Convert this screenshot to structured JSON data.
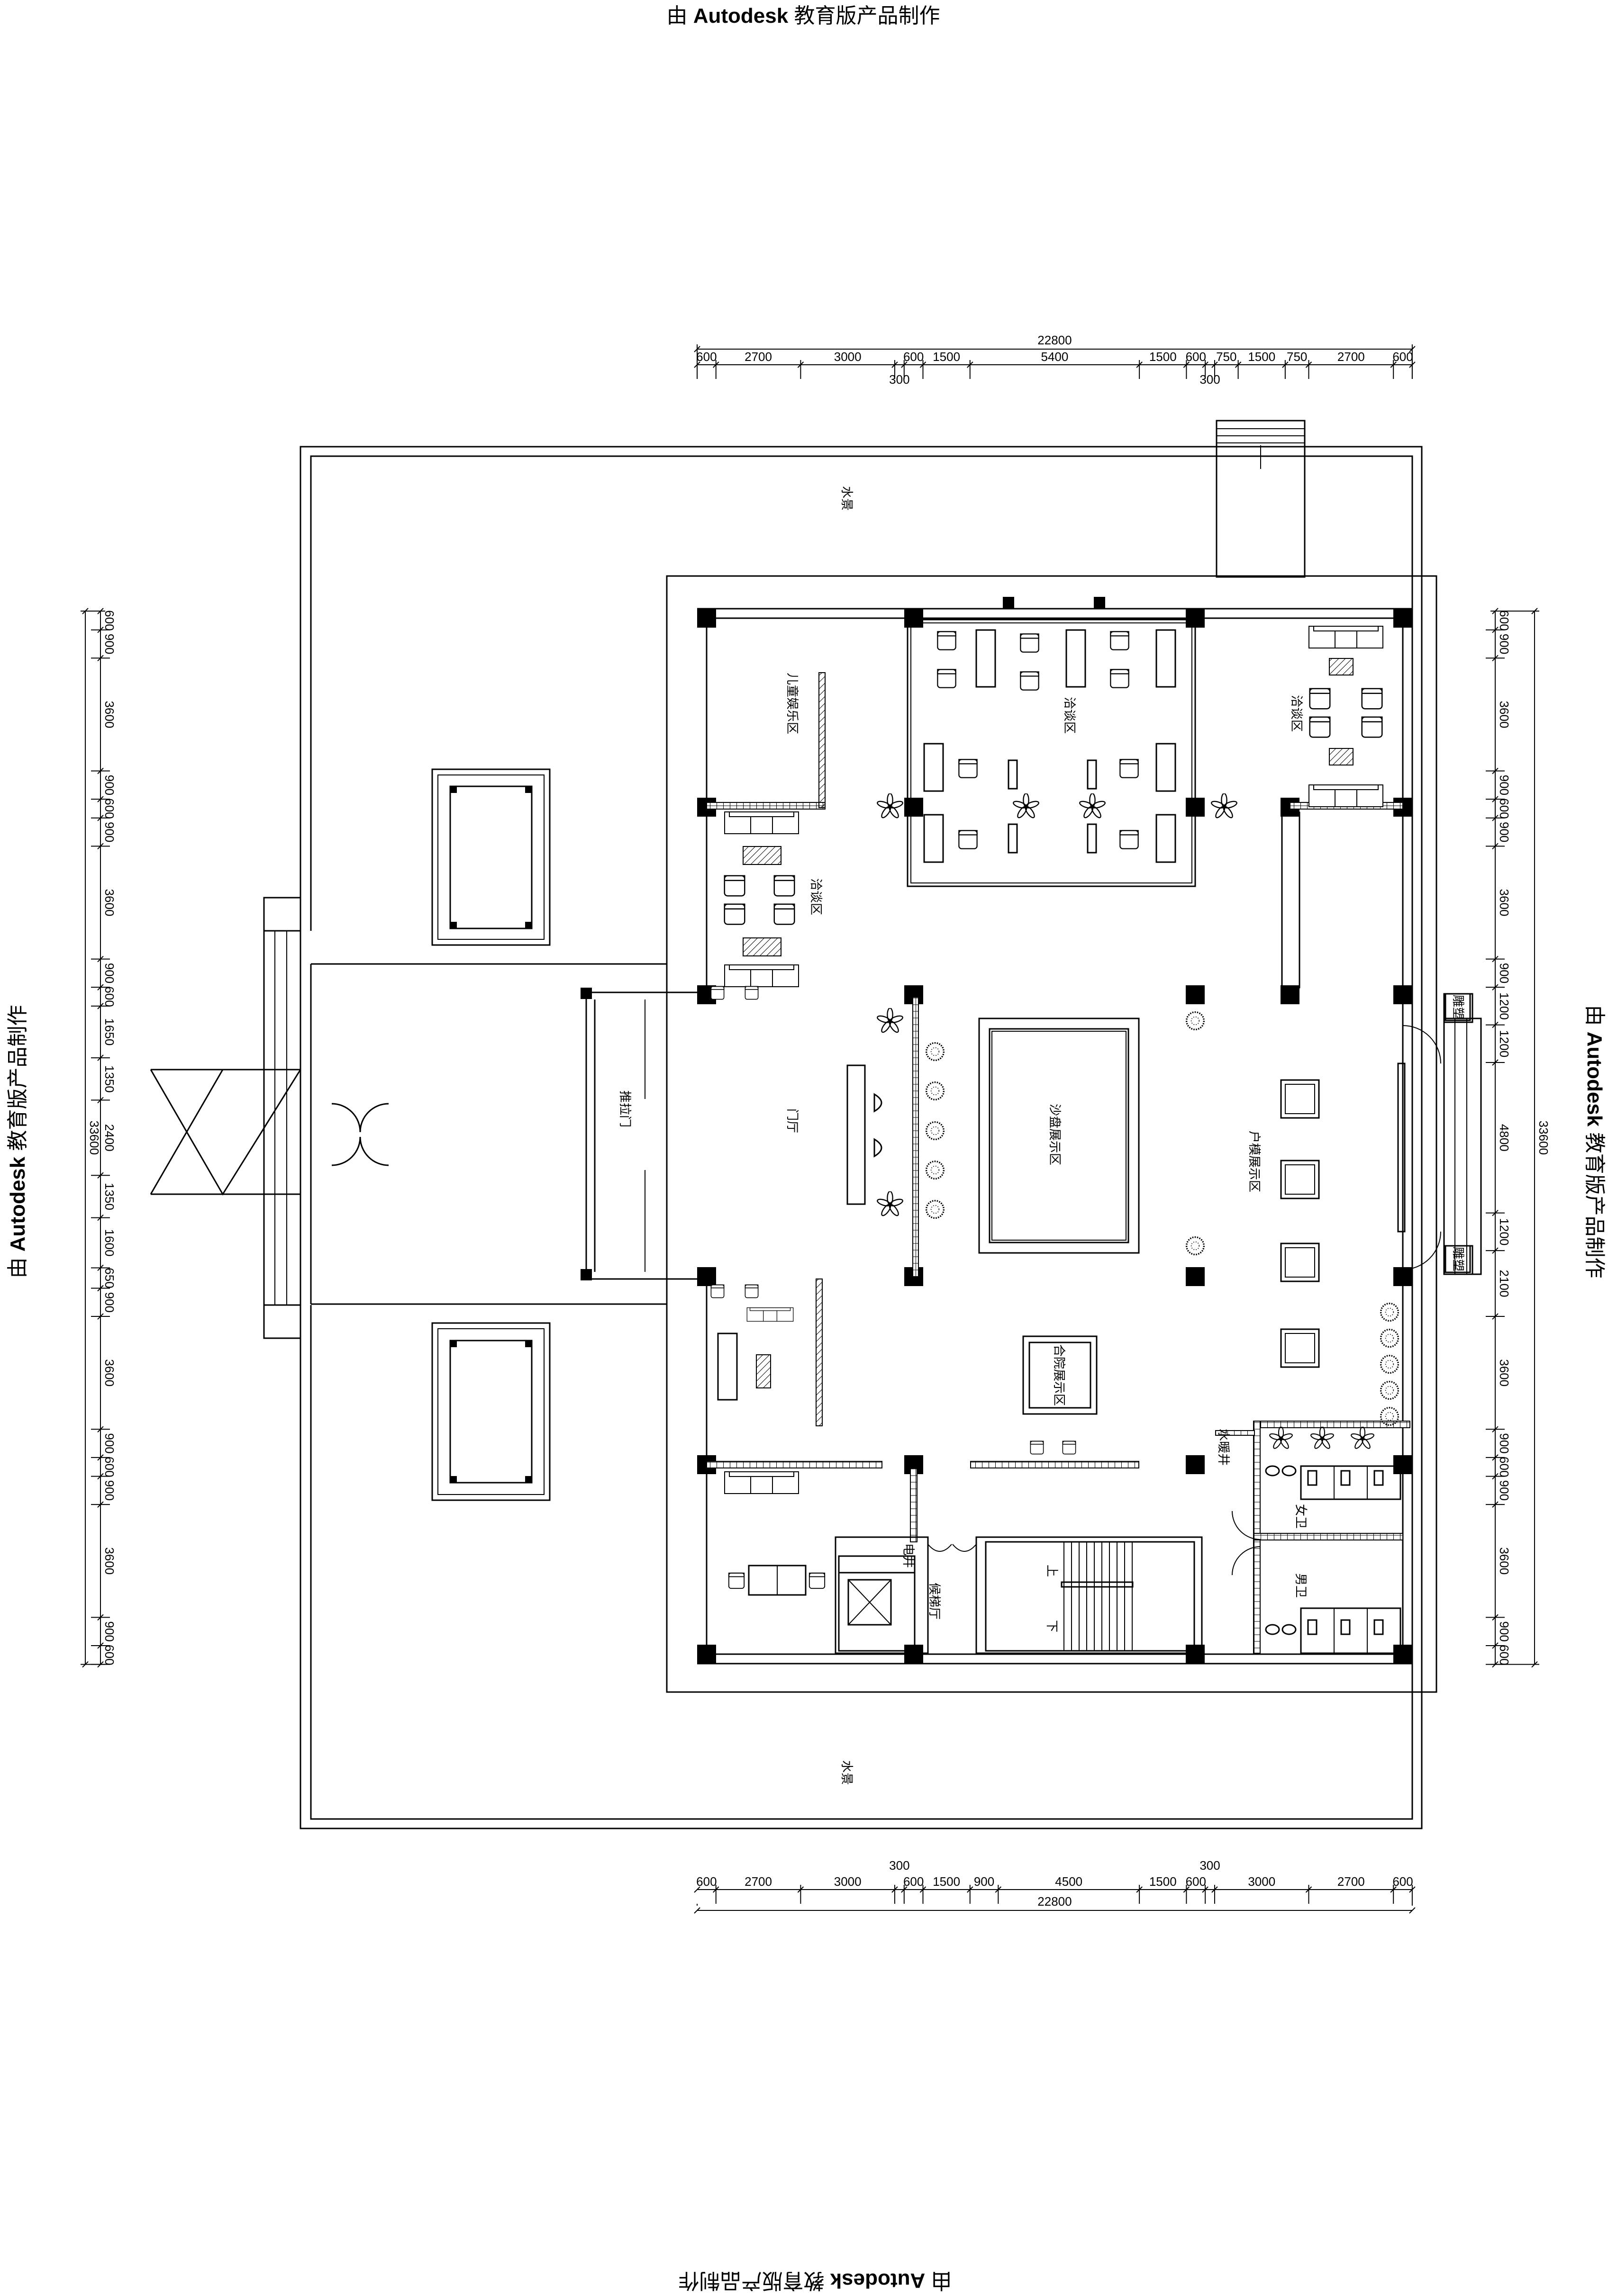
{
  "watermark": {
    "prefix": "由",
    "brand": "Autodesk",
    "suffix": "教育版产品制作"
  },
  "rooms": {
    "kids_area": "儿童娱乐区",
    "lounge_center": "洽谈区",
    "lounge_right": "洽谈区",
    "lounge_left": "洽谈区",
    "lobby": "门厅",
    "sliding_door": "推拉门",
    "sand_table": "沙盘展示区",
    "unit_models": "户模展示区",
    "courtyard_model": "合院展示区",
    "elevator_hall": "候梯厅",
    "electric_shaft": "电井",
    "stair_up": "上",
    "stair_down": "下",
    "womens_wc": "女卫",
    "mens_wc": "男卫",
    "water_shaft": "水暖井",
    "water_feature_top": "水景",
    "water_feature_bottom": "水景",
    "sculpture_top": "雕塑",
    "sculpture_bottom": "雕塑"
  },
  "dimensions": {
    "top": {
      "total": "22800",
      "segments": [
        "600",
        "2700",
        "3000",
        "300",
        "600",
        "1500",
        "5400",
        "1500",
        "600",
        "300",
        "750",
        "1500",
        "750",
        "2700",
        "600"
      ]
    },
    "bottom": {
      "total": "22800",
      "segments": [
        "600",
        "2700",
        "3000",
        "300",
        "600",
        "1500",
        "900",
        "4500",
        "1500",
        "600",
        "300",
        "3000",
        "2700",
        "600"
      ]
    },
    "left": {
      "total": "33600",
      "segments": [
        "600",
        "900",
        "3600",
        "900",
        "600",
        "900",
        "3600",
        "900",
        "600",
        "1650",
        "1350",
        "2400",
        "1350",
        "1600",
        "650",
        "900",
        "3600",
        "900",
        "600",
        "900",
        "3600",
        "900",
        "600"
      ]
    },
    "right": {
      "total": "33600",
      "segments": [
        "600",
        "900",
        "3600",
        "900",
        "600",
        "900",
        "3600",
        "900",
        "1200",
        "1200",
        "4800",
        "1200",
        "2100",
        "3600",
        "900",
        "600",
        "900",
        "3600",
        "900",
        "600"
      ]
    }
  },
  "colors": {
    "line": "#000000",
    "background": "#ffffff"
  }
}
